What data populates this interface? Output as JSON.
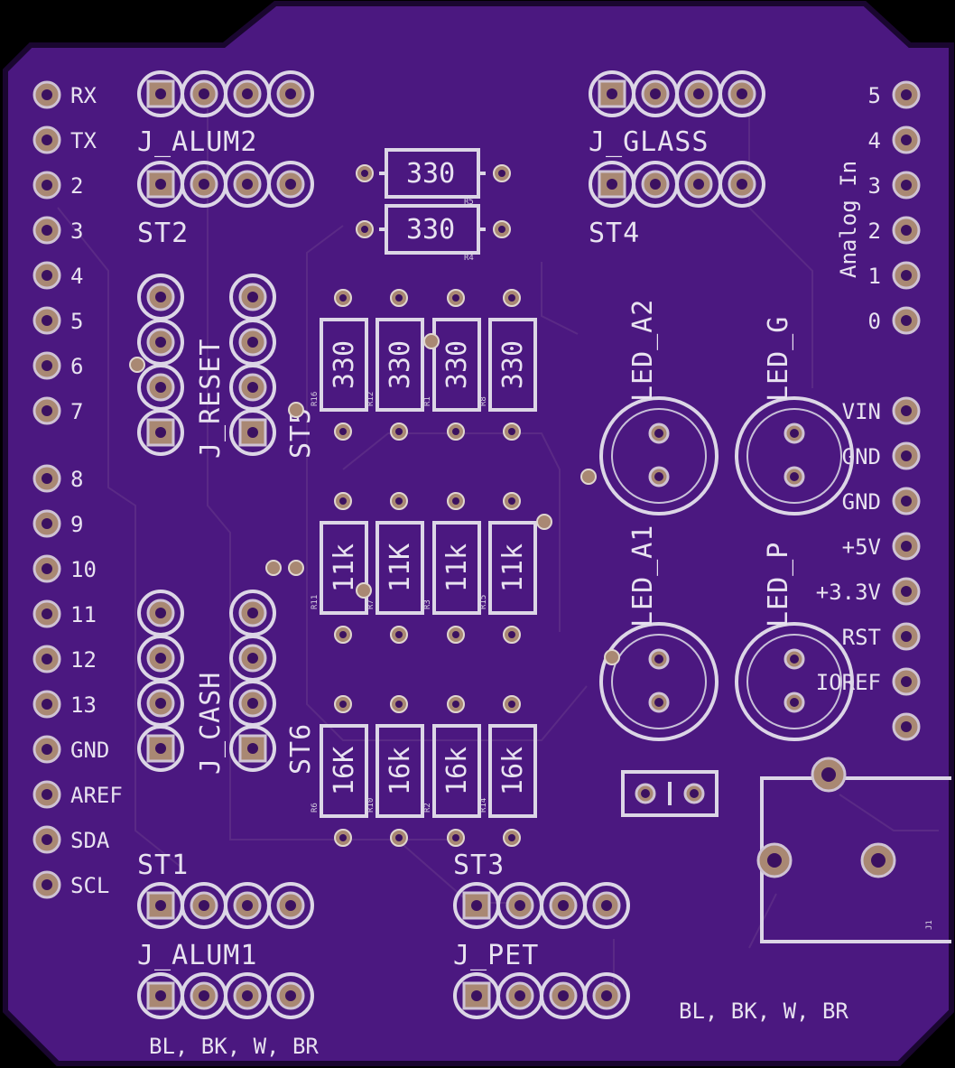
{
  "left_header": [
    "RX",
    "TX",
    "2",
    "3",
    "4",
    "5",
    "6",
    "7",
    "8",
    "9",
    "10",
    "11",
    "12",
    "13",
    "GND",
    "AREF",
    "SDA",
    "SCL"
  ],
  "right_header": [
    "5",
    "4",
    "3",
    "2",
    "1",
    "0",
    "VIN",
    "GND",
    "GND",
    "+5V",
    "+3.3V",
    "RST",
    "IOREF",
    ""
  ],
  "analog_label": "Analog In",
  "connectors": {
    "j_alum2": "J_ALUM2",
    "st2": "ST2",
    "j_glass": "J_GLASS",
    "st4": "ST4",
    "j_reset": "J_RESET",
    "st5": "ST5",
    "j_cash": "J_CASH",
    "st6": "ST6",
    "st1": "ST1",
    "j_alum1": "J_ALUM1",
    "st3": "ST3",
    "j_pet": "J_PET",
    "j1": "J1"
  },
  "resistors_top": [
    {
      "value": "330",
      "ref": "R5"
    },
    {
      "value": "330",
      "ref": "R4"
    }
  ],
  "resistors_row1": [
    {
      "value": "330",
      "ref": "R16"
    },
    {
      "value": "330",
      "ref": "R12"
    },
    {
      "value": "330",
      "ref": "R1"
    },
    {
      "value": "330",
      "ref": "R8"
    }
  ],
  "resistors_row2": [
    {
      "value": "11k",
      "ref": "R11"
    },
    {
      "value": "11K",
      "ref": "R7"
    },
    {
      "value": "11k",
      "ref": "R3"
    },
    {
      "value": "11k",
      "ref": "R15"
    }
  ],
  "resistors_row3": [
    {
      "value": "16K",
      "ref": "R6"
    },
    {
      "value": "16k",
      "ref": "R10"
    },
    {
      "value": "16k",
      "ref": "R2"
    },
    {
      "value": "16k",
      "ref": "R14"
    }
  ],
  "leds": {
    "led_a2": "LED_A2",
    "led_g": "LED_G",
    "led_a1": "LED_A1",
    "led_p": "LED_P"
  },
  "wire_colors_left": "BL, BK, W, BR",
  "wire_colors_right": "BL, BK, W, BR",
  "colors": {
    "board": "#4b1880",
    "outline": "#2a0a4a",
    "silkscreen": "#dcd6e6",
    "pad": "#a98873"
  }
}
